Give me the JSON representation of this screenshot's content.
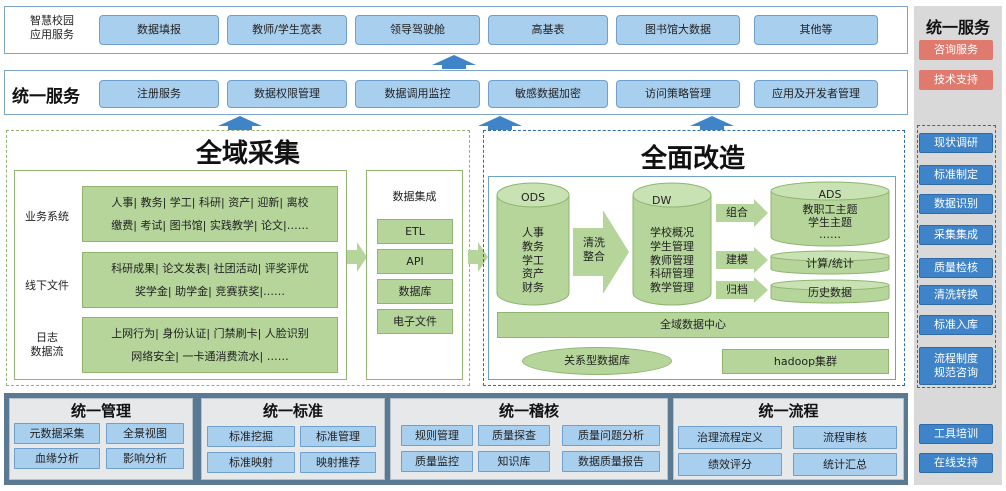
{
  "top_apps": {
    "label": "智慧校园\n应用服务",
    "items": [
      "数据填报",
      "教师/学生宽表",
      "领导驾驶舱",
      "高基表",
      "图书馆大数据",
      "其他等"
    ]
  },
  "unified_service": {
    "label": "统一服务",
    "items": [
      "注册服务",
      "数据权限管理",
      "数据调用监控",
      "敏感数据加密",
      "访问策略管理",
      "应用及开发者管理"
    ]
  },
  "collect": {
    "title": "全域采集",
    "rows": [
      {
        "label": "业务系统",
        "lines": [
          "人事| 教务| 学工| 科研| 资产| 迎新| 离校",
          "缴费| 考试| 图书馆| 实践教学| 论文|……"
        ]
      },
      {
        "label": "线下文件",
        "lines": [
          "科研成果| 论文发表| 社团活动| 评奖评优",
          "奖学金| 助学金| 竞赛获奖|……"
        ]
      },
      {
        "label": "日志\n数据流",
        "lines": [
          "上网行为| 身份认证| 门禁刷卡| 人脸识别",
          "网络安全| 一卡通消费流水| ……"
        ]
      }
    ],
    "integration_title": "数据集成",
    "integration_items": [
      "ETL",
      "API",
      "数据库",
      "电子文件"
    ]
  },
  "transform": {
    "title": "全面改造",
    "ods_title": "ODS",
    "ods_items": "人事\n教务\n学工\n资产\n财务",
    "clean_label": "清洗\n整合",
    "dw_title": "DW",
    "dw_items": "学校概况\n学生管理\n教师管理\n科研管理\n教学管理",
    "ops": [
      "组合",
      "建模",
      "归档"
    ],
    "ads_title": "ADS",
    "ads_items": "教职工主题\n学生主题\n……",
    "calc": "计算/统计",
    "history": "历史数据",
    "center": "全域数据中心",
    "relational": "关系型数据库",
    "hadoop": "hadoop集群"
  },
  "bottom": [
    {
      "title": "统一管理",
      "items": [
        "元数据采集",
        "全景视图",
        "血缘分析",
        "影响分析"
      ]
    },
    {
      "title": "统一标准",
      "items": [
        "标准挖掘",
        "标准管理",
        "标准映射",
        "映射推荐"
      ]
    },
    {
      "title": "统一稽核",
      "items": [
        "规则管理",
        "质量探查",
        "质量问题分析",
        "质量监控",
        "知识库",
        "数据质量报告"
      ]
    },
    {
      "title": "统一流程",
      "items": [
        "治理流程定义",
        "流程审核",
        "绩效评分",
        "统计汇总"
      ]
    }
  ],
  "right": {
    "title": "统一服务",
    "red_items": [
      "咨询服务",
      "技术支持"
    ],
    "blue_items": [
      "现状调研",
      "标准制定",
      "数据识别",
      "采集集成",
      "质量检核",
      "清洗转换",
      "标准入库",
      "流程制度\n规范咨询"
    ],
    "bottom_items": [
      "工具培训",
      "在线支持"
    ]
  },
  "colors": {
    "accent_blue": "#3f83c8",
    "light_blue": "#a9cfee",
    "green": "#b5d59b",
    "red": "#e07a6f"
  }
}
